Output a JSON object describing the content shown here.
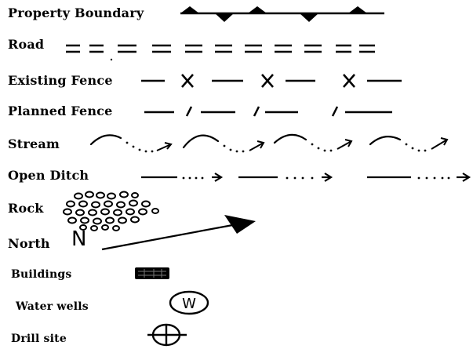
{
  "legend": {
    "items": [
      {
        "label": "Property Boundary",
        "symbol": "property-boundary"
      },
      {
        "label": "Road",
        "symbol": "road"
      },
      {
        "label": "Existing Fence",
        "symbol": "existing-fence"
      },
      {
        "label": "Planned Fence",
        "symbol": "planned-fence"
      },
      {
        "label": "Stream",
        "symbol": "stream"
      },
      {
        "label": "Open Ditch",
        "symbol": "open-ditch"
      },
      {
        "label": "Rock",
        "symbol": "rock"
      },
      {
        "label": "North",
        "symbol": "north-arrow"
      },
      {
        "label": "Buildings",
        "symbol": "building"
      },
      {
        "label": "Water wells",
        "symbol": "water-well"
      },
      {
        "label": "Drill site",
        "symbol": "drill-site"
      }
    ],
    "north_letter": "N",
    "well_letter": "W",
    "fence_mark": "X",
    "ink_color": "#000000"
  }
}
